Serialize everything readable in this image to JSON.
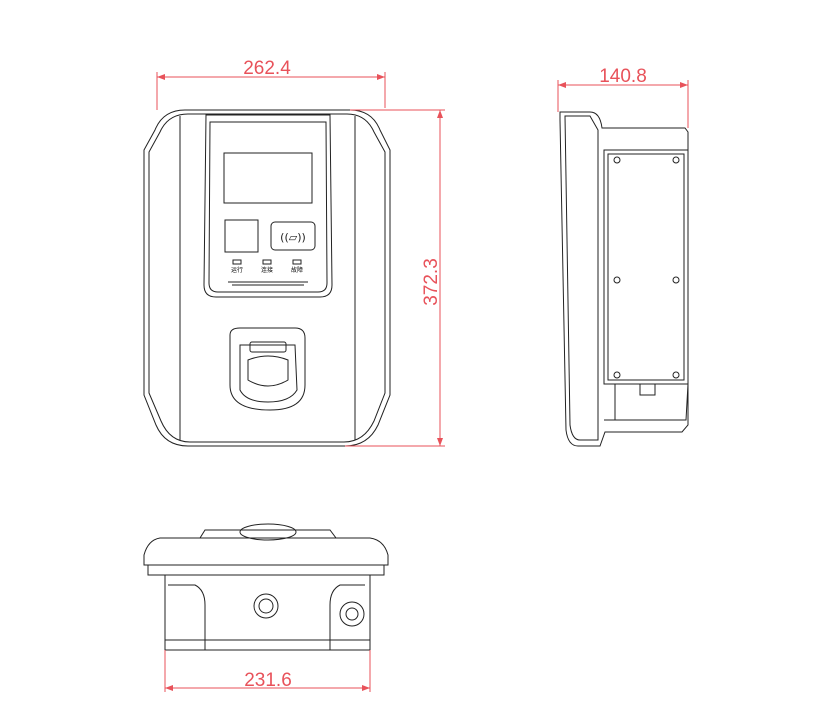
{
  "dimensions": {
    "front_width": "262.4",
    "front_height": "372.3",
    "side_depth": "140.8",
    "bottom_width": "231.6"
  },
  "indicator_labels": [
    "运行",
    "连接",
    "故障"
  ],
  "colors": {
    "dimension": "#e8525a",
    "outline": "#222222"
  }
}
